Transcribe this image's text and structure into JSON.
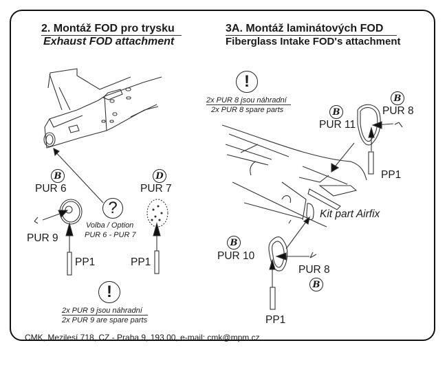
{
  "section_exhaust": {
    "title_cz": "2. Montáž FOD pro trysku",
    "title_en": "Exhaust FOD attachment",
    "parts": {
      "pur6": {
        "badge": "B",
        "label": "PUR 6"
      },
      "pur7": {
        "badge": "D",
        "label": "PUR 7"
      },
      "pur9": {
        "label": "PUR 9"
      },
      "pp1_left": {
        "label": "PP1"
      },
      "pp1_right": {
        "label": "PP1"
      }
    },
    "option": {
      "symbol": "?",
      "line1": "Volba / Option",
      "line2": "PUR 6 - PUR 7"
    },
    "note": {
      "symbol": "!",
      "line1": "2x PUR 9 jsou náhradní",
      "line2": "2x PUR 9 are spare parts"
    }
  },
  "section_intake": {
    "title_cz": "3A. Montáž laminátových FOD",
    "title_en": "Fiberglass Intake FOD's attachment",
    "note": {
      "symbol": "!",
      "line1": "2x PUR 8 jsou náhradní",
      "line2": "2x PUR 8 spare parts"
    },
    "parts": {
      "pur11": {
        "badge": "B",
        "label": "PUR 11"
      },
      "pur8_top": {
        "badge": "B",
        "label": "PUR 8"
      },
      "pp1_top": {
        "label": "PP1"
      },
      "pur10": {
        "badge": "B",
        "label": "PUR 10"
      },
      "pur8_bottom": {
        "badge": "B",
        "label": "PUR 8"
      },
      "pp1_bottom": {
        "label": "PP1"
      }
    },
    "kit_part": "Kit part Airfix"
  },
  "footer": {
    "address": "CMK, Mezilesí 718, CZ - Praha 9, 193 00, e-mail: cmk@mpm.cz"
  }
}
